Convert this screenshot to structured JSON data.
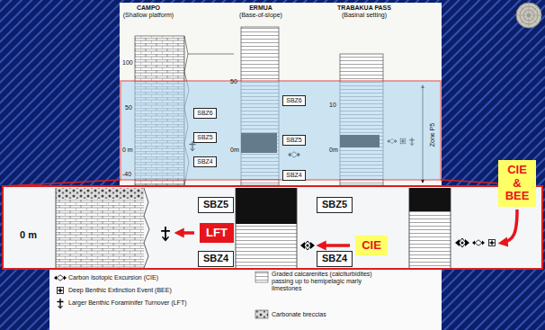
{
  "diagram": {
    "nodes": [
      {
        "text": [
          "SBZ6"
        ]
      },
      {
        "text": [
          "SBZ5"
        ]
      },
      {
        "text": [
          "SBZ4"
        ]
      },
      {
        "text": [
          "SBZ6"
        ]
      },
      {
        "text": [
          "SBZ5"
        ]
      },
      {
        "text": [
          "SBZ4"
        ]
      },
      {
        "text": [
          "SBZ5"
        ]
      },
      {
        "text": [
          "SBZ4"
        ]
      },
      {
        "text": [
          "SBZ5"
        ]
      },
      {
        "text": [
          "SBZ4"
        ]
      },
      {
        "text": [
          "LFT"
        ]
      },
      {
        "text": [
          "CIE"
        ]
      },
      {
        "text": [
          "CIE & BEE"
        ]
      }
    ],
    "labels": [
      "CAMPO",
      "(Shallow platform)",
      "ERMUA",
      "(Base-of-slope)",
      "TRABAKUA PASS",
      "(Basinal setting)",
      "100",
      "50",
      "0 m",
      "-40",
      "50",
      "0m",
      "10",
      "0m",
      "Zone P5",
      "0 m"
    ],
    "legend": [
      {
        "text": "Carbon Isotopic Excursion (CIE)"
      },
      {
        "text": "Deep Benthic Extinction Event (BEE)"
      },
      {
        "text": "Larger Benthic Foraminifer Turnover (LFT)"
      },
      {
        "text": "Graded calcarenites (calciturbidites) passing up to hemipelagic marly limestones"
      },
      {
        "text": "Carbonate breccias"
      }
    ]
  }
}
